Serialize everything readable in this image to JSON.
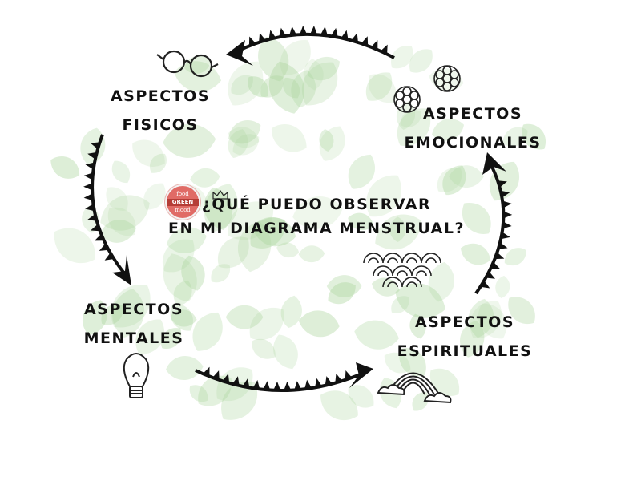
{
  "title": {
    "line1": "¿QUÉ PUEDO OBSERVAR",
    "line2": "EN MI DIAGRAMA MENSTRUAL?"
  },
  "nodes": {
    "fisicos": {
      "line1": "ASPECTOS",
      "line2": "FISICOS",
      "icon": "glasses-icon"
    },
    "emocionales": {
      "line1": "ASPECTOS",
      "line2": "EMOCIONALES",
      "icon": "flowers-icon"
    },
    "mentales": {
      "line1": "ASPECTOS",
      "line2": "MENTALES",
      "icon": "lightbulb-icon"
    },
    "espirituales": {
      "line1": "ASPECTOS",
      "line2": "ESPIRITUALES",
      "icon": "rainbow-icon"
    }
  },
  "logo": {
    "line1": "food",
    "line2": "GREEN",
    "line3": "mood"
  },
  "colors": {
    "leaf": "#a9d49a",
    "ink": "#111111",
    "logo": "#e06b66"
  }
}
